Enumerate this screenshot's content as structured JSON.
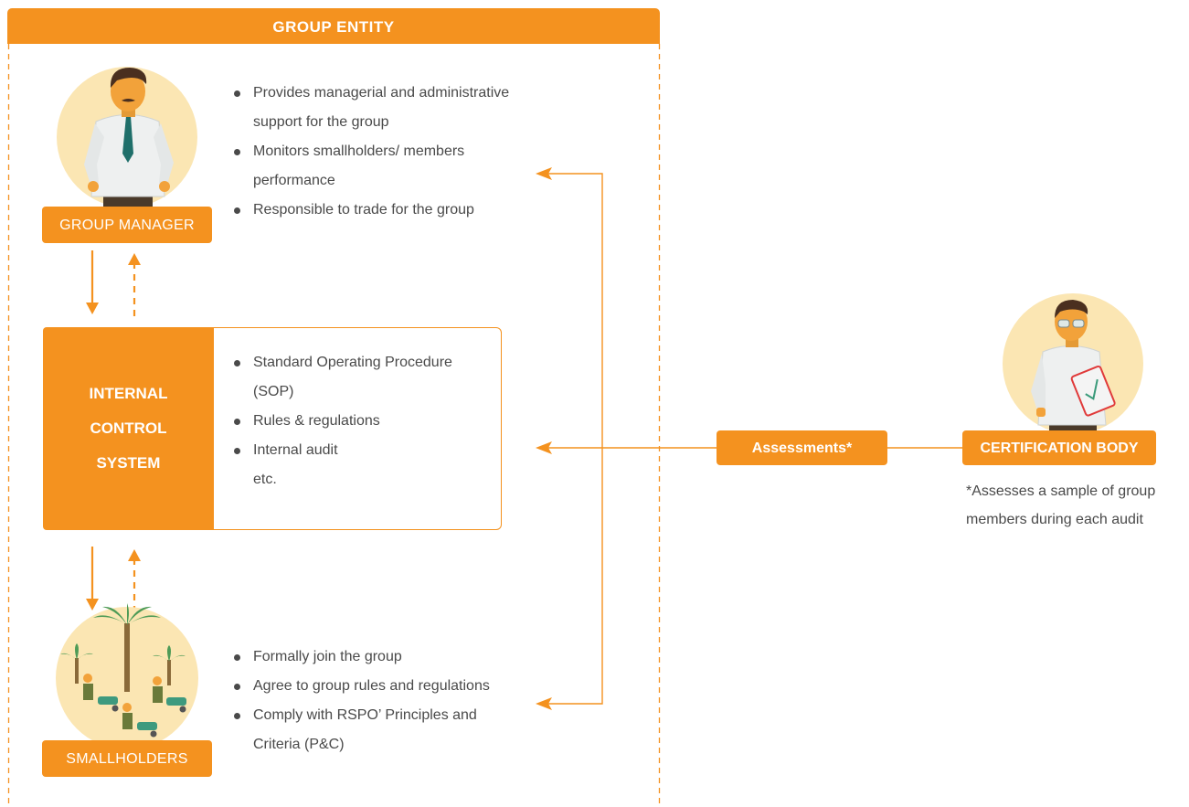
{
  "group_entity": {
    "title": "GROUP ENTITY"
  },
  "group_manager": {
    "label": "GROUP MANAGER",
    "bullets": [
      "Provides managerial and administrative",
      "support for the group",
      "Monitors smallholders/ members",
      "performance",
      "Responsible to trade for the group"
    ]
  },
  "internal_control_system": {
    "title_lines": [
      "INTERNAL",
      "CONTROL",
      "SYSTEM"
    ],
    "bullets": [
      "Standard Operating Procedure",
      "(SOP)",
      "Rules & regulations",
      "Internal audit",
      "etc."
    ]
  },
  "smallholders": {
    "label": "SMALLHOLDERS",
    "bullets": [
      "Formally join the group",
      "Agree to group rules and regulations",
      "Comply with RSPO’ Principles and",
      "Criteria (P&C)"
    ]
  },
  "assessments": {
    "label": "Assessments*"
  },
  "certification_body": {
    "label": "CERTIFICATION BODY",
    "note_lines": [
      "*Assesses a sample of group",
      "members during each audit"
    ]
  },
  "colors": {
    "accent": "#f4921f",
    "circle_bg": "#fbe6b3",
    "text": "#4a4a4a"
  }
}
